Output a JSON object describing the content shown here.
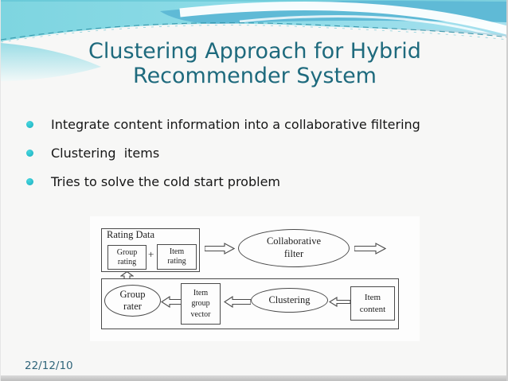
{
  "slide": {
    "title": "Clustering Approach for Hybrid\nRecommender System",
    "bullets": [
      "Integrate content information into a collaborative filtering",
      "Clustering  items",
      "Tries to solve the cold start problem"
    ],
    "date": "22/12/10"
  },
  "diagram": {
    "rating_data_label": "Rating Data",
    "group_rating": "Group\nrating",
    "plus": "+",
    "item_rating": "Item\nrating",
    "collaborative_filter": "Collaborative\nfilter",
    "group_rater": "Group\nrater",
    "item_group_vector": "Item\ngroup\nvector",
    "clustering": "Clustering",
    "item_content": "Item\ncontent"
  },
  "colors": {
    "title_teal": "#1e6a7d",
    "bullet_dot": "#2bbfcc",
    "header_cyan": "#82d8e3",
    "header_blue_band": "#5fbad6",
    "date_teal": "#30657a",
    "diagram_stroke": "#4a4a4a"
  }
}
